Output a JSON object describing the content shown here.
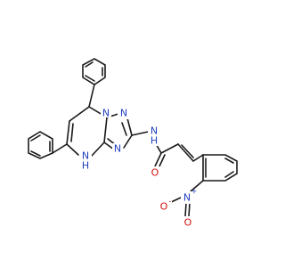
{
  "molecule": {
    "atoms": [
      {
        "symbol": "N",
        "color": "#1f3fbf"
      },
      {
        "symbol": "N",
        "color": "#1f3fbf"
      },
      {
        "symbol": "N",
        "color": "#1f3fbf"
      },
      {
        "symbol": "N",
        "color": "#1f3fbf"
      },
      {
        "symbol": "H",
        "color": "#1f3fbf"
      },
      {
        "symbol": "N",
        "color": "#1f3fbf"
      },
      {
        "symbol": "H",
        "color": "#1f3fbf"
      },
      {
        "symbol": "O",
        "color": "#d01010"
      },
      {
        "symbol": "N",
        "color": "#1f3fbf"
      },
      {
        "symbol": "+",
        "color": "#1f3fbf"
      },
      {
        "symbol": "O",
        "color": "#d01010"
      },
      {
        "symbol": "-",
        "color": "#d01010"
      }
    ],
    "colors": {
      "bond": "#1a1a1a",
      "nitrogen": "#1f3fbf",
      "oxygen": "#d01010",
      "background": "#ffffff"
    }
  }
}
